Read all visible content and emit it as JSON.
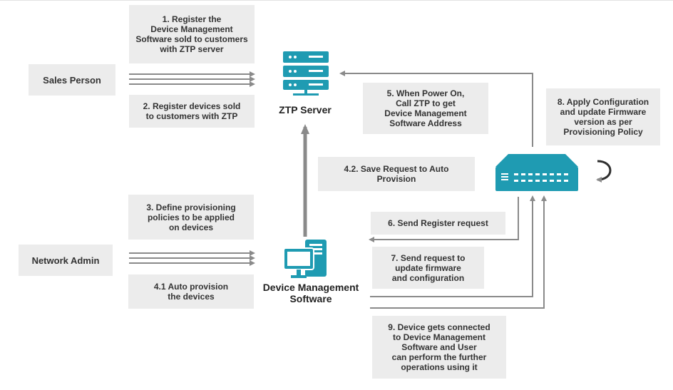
{
  "actors": {
    "sales_person": "Sales Person",
    "network_admin": "Network Admin"
  },
  "nodes": {
    "ztp_server": "ZTP Server",
    "dms": "Device Management\nSoftware"
  },
  "steps": {
    "s1": "1. Register the\nDevice Management\nSoftware sold to customers\nwith ZTP server",
    "s2": "2. Register devices sold\nto customers with ZTP",
    "s3": "3. Define provisioning\npolicies to be applied\non devices",
    "s41": "4.1  Auto provision\nthe devices",
    "s42": "4.2. Save Request to Auto\nProvision",
    "s5": "5. When Power On,\nCall ZTP to get\nDevice Management\nSoftware Address",
    "s6": "6. Send Register request",
    "s7": "7. Send request to\nupdate firmware\nand configuration",
    "s8": "8. Apply Configuration\nand update Firmware\nversion as per\nProvisioning Policy",
    "s9": "9. Device gets connected\nto Device Management\nSoftware and User\ncan perform the further\noperations using it"
  },
  "colors": {
    "teal": "#1f9bb2",
    "box": "#ececec",
    "line": "#8a8a8a"
  }
}
